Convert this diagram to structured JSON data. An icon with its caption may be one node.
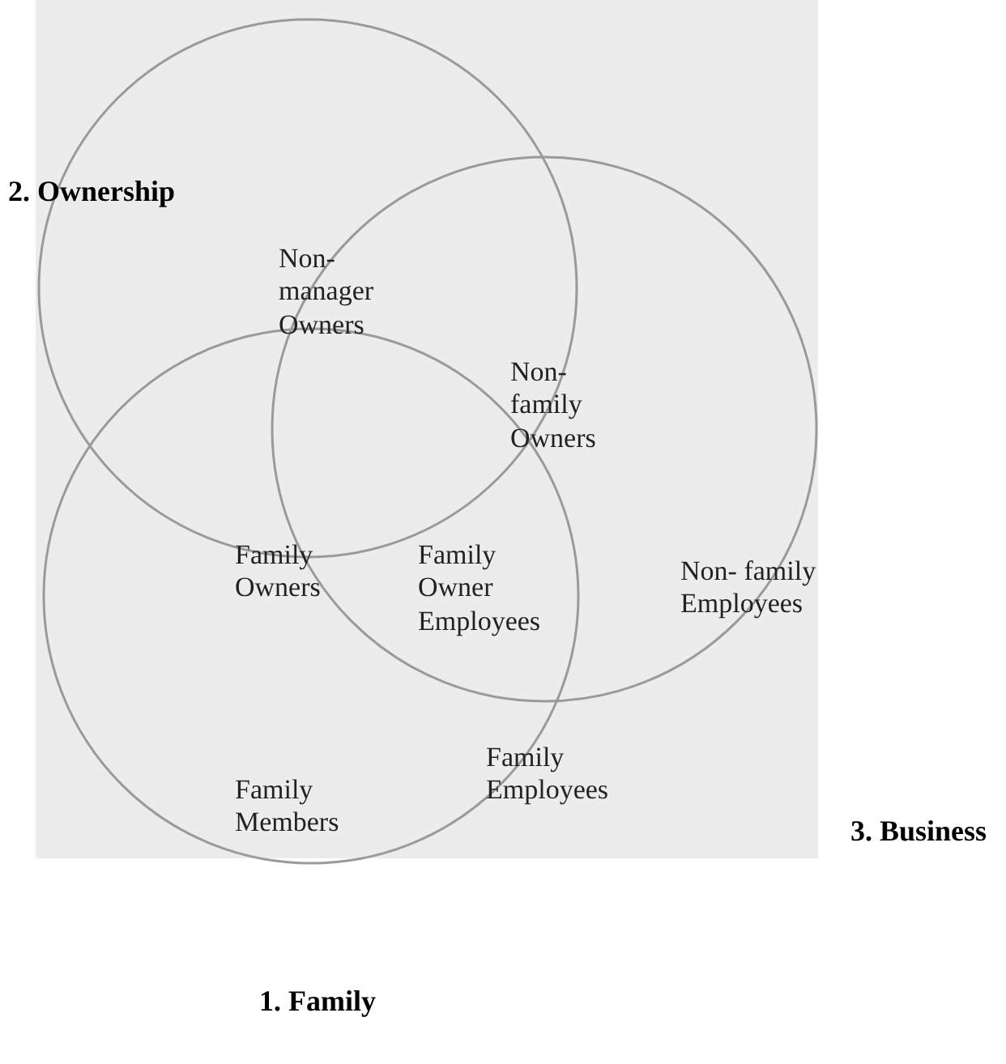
{
  "diagram": {
    "nodes": [
      {
        "text": [
          "2. Ownership"
        ]
      },
      {
        "text": [
          "3. Business"
        ]
      },
      {
        "text": [
          "1. Family"
        ]
      }
    ],
    "labels": [
      "Non- manager Owners",
      "Non- family Owners",
      "Family Owners",
      "Family Owner Employees",
      "Non- family Employees",
      "Family Employees",
      "Family Members"
    ]
  }
}
